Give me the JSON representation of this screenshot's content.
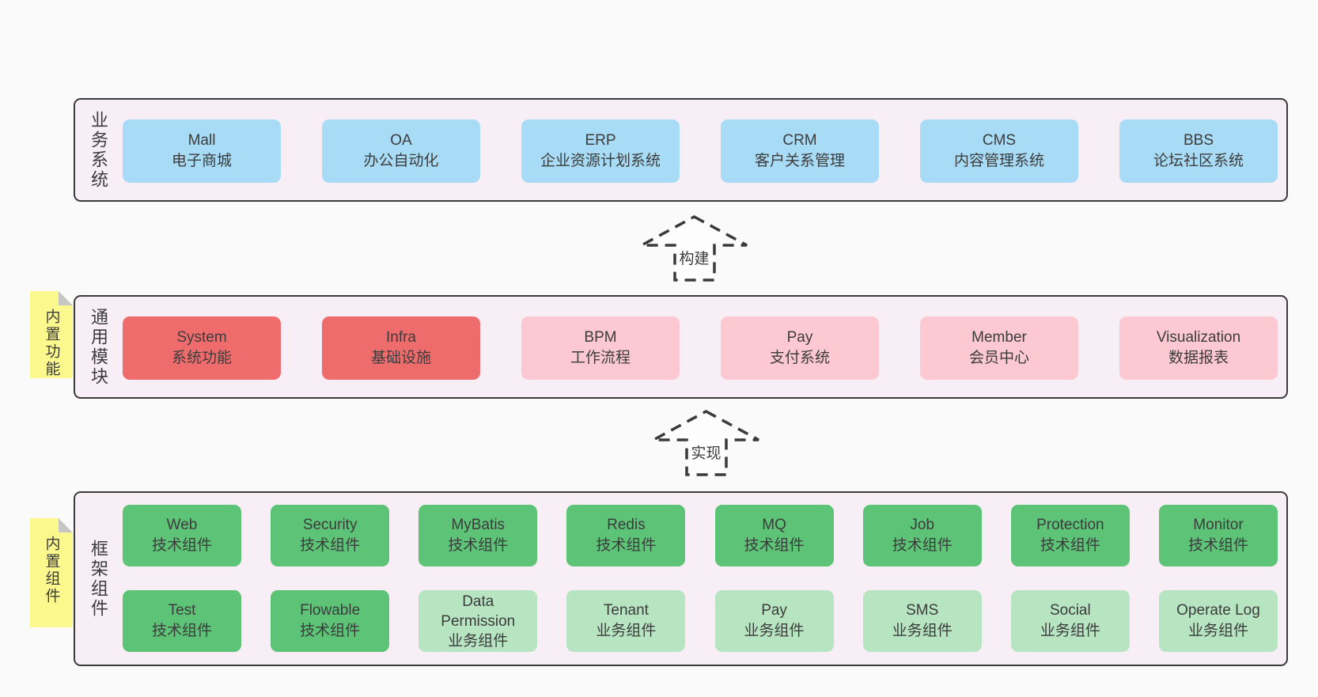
{
  "colors": {
    "page-bg": "#fafafa",
    "panel-bg": "#f8eef6",
    "panel-border": "#3b3b3b",
    "text": "#3c3c3c",
    "blue-box": "#a8dcf6",
    "red-box": "#ef6c6d",
    "pink-box": "#fcc8d1",
    "green-box": "#5cc377",
    "lightgreen-box": "#b7e5c2",
    "sticky-bg": "#fbf98d",
    "sticky-fold": "#c6c6c6",
    "arrow-stroke": "#3a3a3a",
    "arrow-fill": "#fdfdfd"
  },
  "panels": {
    "business": {
      "label": "业务系统",
      "boxes": [
        {
          "name": "Mall",
          "desc": "电子商城"
        },
        {
          "name": "OA",
          "desc": "办公自动化"
        },
        {
          "name": "ERP",
          "desc": "企业资源计划系统"
        },
        {
          "name": "CRM",
          "desc": "客户关系管理"
        },
        {
          "name": "CMS",
          "desc": "内容管理系统"
        },
        {
          "name": "BBS",
          "desc": "论坛社区系统"
        }
      ]
    },
    "modules": {
      "label": "通用模块",
      "sticky": "内置功能",
      "boxes": [
        {
          "name": "System",
          "desc": "系统功能"
        },
        {
          "name": "Infra",
          "desc": "基础设施"
        },
        {
          "name": "BPM",
          "desc": "工作流程"
        },
        {
          "name": "Pay",
          "desc": "支付系统"
        },
        {
          "name": "Member",
          "desc": "会员中心"
        },
        {
          "name": "Visualization",
          "desc": "数据报表"
        }
      ]
    },
    "framework": {
      "label": "框架组件",
      "sticky": "内置组件",
      "row1": [
        {
          "name": "Web",
          "desc": "技术组件"
        },
        {
          "name": "Security",
          "desc": "技术组件"
        },
        {
          "name": "MyBatis",
          "desc": "技术组件"
        },
        {
          "name": "Redis",
          "desc": "技术组件"
        },
        {
          "name": "MQ",
          "desc": "技术组件"
        },
        {
          "name": "Job",
          "desc": "技术组件"
        },
        {
          "name": "Protection",
          "desc": "技术组件"
        },
        {
          "name": "Monitor",
          "desc": "技术组件"
        }
      ],
      "row2": [
        {
          "name": "Test",
          "desc": "技术组件"
        },
        {
          "name": "Flowable",
          "desc": "技术组件"
        },
        {
          "name": "Data Permission",
          "desc": "业务组件"
        },
        {
          "name": "Tenant",
          "desc": "业务组件"
        },
        {
          "name": "Pay",
          "desc": "业务组件"
        },
        {
          "name": "SMS",
          "desc": "业务组件"
        },
        {
          "name": "Social",
          "desc": "业务组件"
        },
        {
          "name": "Operate Log",
          "desc": "业务组件"
        }
      ]
    }
  },
  "arrows": [
    {
      "label": "构建"
    },
    {
      "label": "实现"
    }
  ]
}
